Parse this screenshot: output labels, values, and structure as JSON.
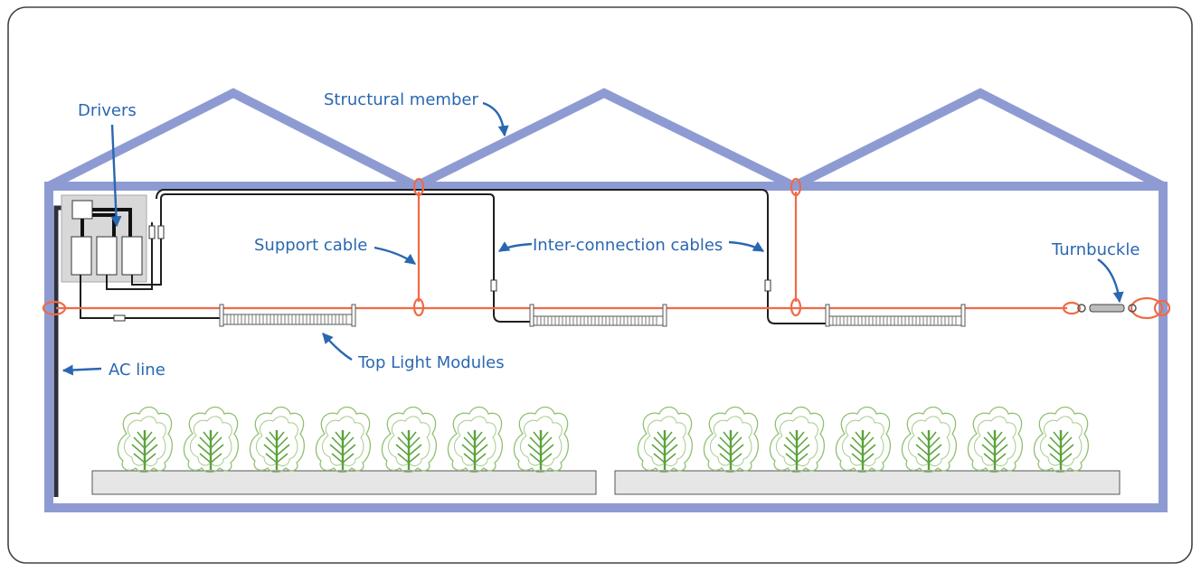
{
  "labels": {
    "drivers": "Drivers",
    "structural_member": "Structural member",
    "support_cable": "Support cable",
    "inter_connection_cables": "Inter-connection cables",
    "turnbuckle": "Turnbuckle",
    "top_light_modules": "Top Light Modules",
    "ac_line": "AC line"
  },
  "colors": {
    "frame": "#8e9bd3",
    "support_cable": "#f06a44",
    "inter_connection_cable": "#1e1e1e",
    "label_text": "#2a67b1",
    "driver_box": "#d8d8d8",
    "grow_bed": "#e6e6e6",
    "plant_outline": "#90c070",
    "plant_stem": "#5aa33a"
  },
  "plant_rows": [
    {
      "plant_count": 7
    },
    {
      "plant_count": 7
    }
  ],
  "light_module_count": 3,
  "driver_count": 3
}
